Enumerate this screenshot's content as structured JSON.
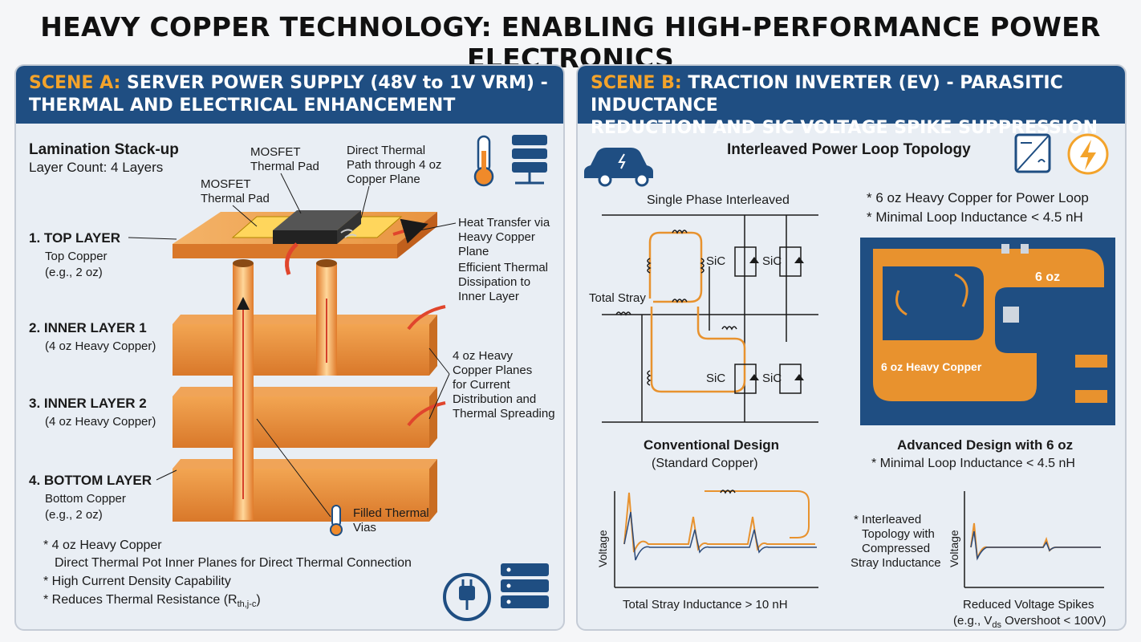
{
  "title": "HEAVY COPPER TECHNOLOGY: ENABLING HIGH-PERFORMANCE POWER ELECTRONICS",
  "sceneA": {
    "tag": "SCENE A:",
    "heading1": "SERVER POWER SUPPLY (48V to 1V VRM) -",
    "heading2": "THERMAL AND ELECTRICAL ENHANCEMENT",
    "stack_title": "Lamination Stack-up",
    "layer_count": "Layer Count: 4 Layers",
    "layers": [
      {
        "name": "1. TOP LAYER",
        "sub1": "Top Copper",
        "sub2": "(e.g., 2 oz)"
      },
      {
        "name": "2. INNER LAYER 1",
        "sub1": "(4 oz Heavy Copper)"
      },
      {
        "name": "3. INNER LAYER 2",
        "sub1": "(4 oz Heavy Copper)"
      },
      {
        "name": "4. BOTTOM LAYER",
        "sub1": "Bottom Copper",
        "sub2": "(e.g., 2 oz)"
      }
    ],
    "mosfet_pad_a1": "MOSFET",
    "mosfet_pad_a2": "Thermal Pad",
    "mosfet_pad_b1": "MOSFET",
    "mosfet_pad_b2": "Thermal Pad",
    "direct_path": [
      "Direct Thermal",
      "Path through 4 oz",
      "Copper Plane"
    ],
    "heat_transfer": [
      "Heat Transfer via",
      "Heavy Copper",
      "Plane"
    ],
    "efficient": [
      "Efficient Thermal",
      "Dissipation to",
      "Inner Layer"
    ],
    "planes": [
      "4 oz Heavy",
      "Copper Planes",
      "for Current",
      "Distribution and",
      "Thermal Spreading"
    ],
    "vias": [
      "Filled Thermal",
      "Vias"
    ],
    "notes": [
      "* 4 oz Heavy Copper",
      "Direct Thermal Pot Inner Planes for Direct Thermal Connection",
      "* High Current Density Capability",
      "* Reduces Thermal Resistance (R"
    ],
    "rth_sub": "th,j-c",
    "rth_close": ")"
  },
  "sceneB": {
    "tag": "SCENE B:",
    "heading1": "TRACTION INVERTER (EV) - PARASITIC INDUCTANCE",
    "heading2": "REDUCTION AND SIC VOLTAGE SPIKE SUPPRESSION",
    "topology_title": "Interleaved Power Loop Topology",
    "single_phase": "Single Phase Interleaved",
    "total_stray": "Total Stray",
    "sic": "SiC",
    "conv_title": "Conventional Design",
    "conv_sub": "(Standard Copper)",
    "voltage": "Voltage",
    "conv_caption": "Total Stray Inductance > 10 nH",
    "adv_note1": "* 6 oz Heavy Copper for Power Loop",
    "adv_note2": "* Minimal Loop Inductance < 4.5 nH",
    "pcb_label_6oz": "6 oz",
    "pcb_label_heavy": "6 oz Heavy Copper",
    "adv_title": "Advanced Design with 6 oz",
    "adv_sub": "* Minimal Loop Inductance < 4.5 nH",
    "interleaved_note": [
      "* Interleaved",
      "Topology with",
      "Compressed",
      "Stray Inductance"
    ],
    "reduced_caption1": "Reduced Voltage Spikes",
    "reduced_caption2a": "(e.g., V",
    "reduced_caption2sub": "ds",
    "reduced_caption2b": " Overshoot < 100V)"
  },
  "colors": {
    "header": "#1f4e82",
    "accent": "#f3a32b",
    "copper": "#e8922e",
    "pcb": "#1f4e82"
  },
  "icons": [
    "thermometer-icon",
    "server-rack-icon",
    "car-icon",
    "inverter-icon",
    "lightning-icon",
    "power-plug-icon"
  ]
}
